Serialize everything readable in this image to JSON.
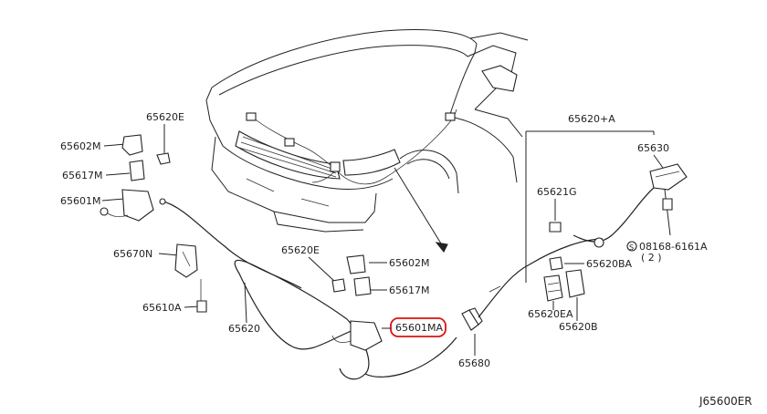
{
  "diagram_id": "J65600ER",
  "labels": {
    "p65620E_left": "65620E",
    "p65602M_left": "65602M",
    "p65617M_left": "65617M",
    "p65601M": "65601M",
    "p65670N": "65670N",
    "p65610A": "65610A",
    "p65620": "65620",
    "p65620E_mid": "65620E",
    "p65602M_mid": "65602M",
    "p65617M_mid": "65617M",
    "p65601MA": "65601MA",
    "p65680": "65680",
    "p65620A": "65620+A",
    "p65630": "65630",
    "p65621G": "65621G",
    "p08168": "08168-6161A",
    "p08168_qty": "( 2 )",
    "p08168_prefix": "S",
    "p65620BA": "65620BA",
    "p65620EA": "65620EA",
    "p65620B": "65620B"
  },
  "highlight_color": "#dd1111"
}
